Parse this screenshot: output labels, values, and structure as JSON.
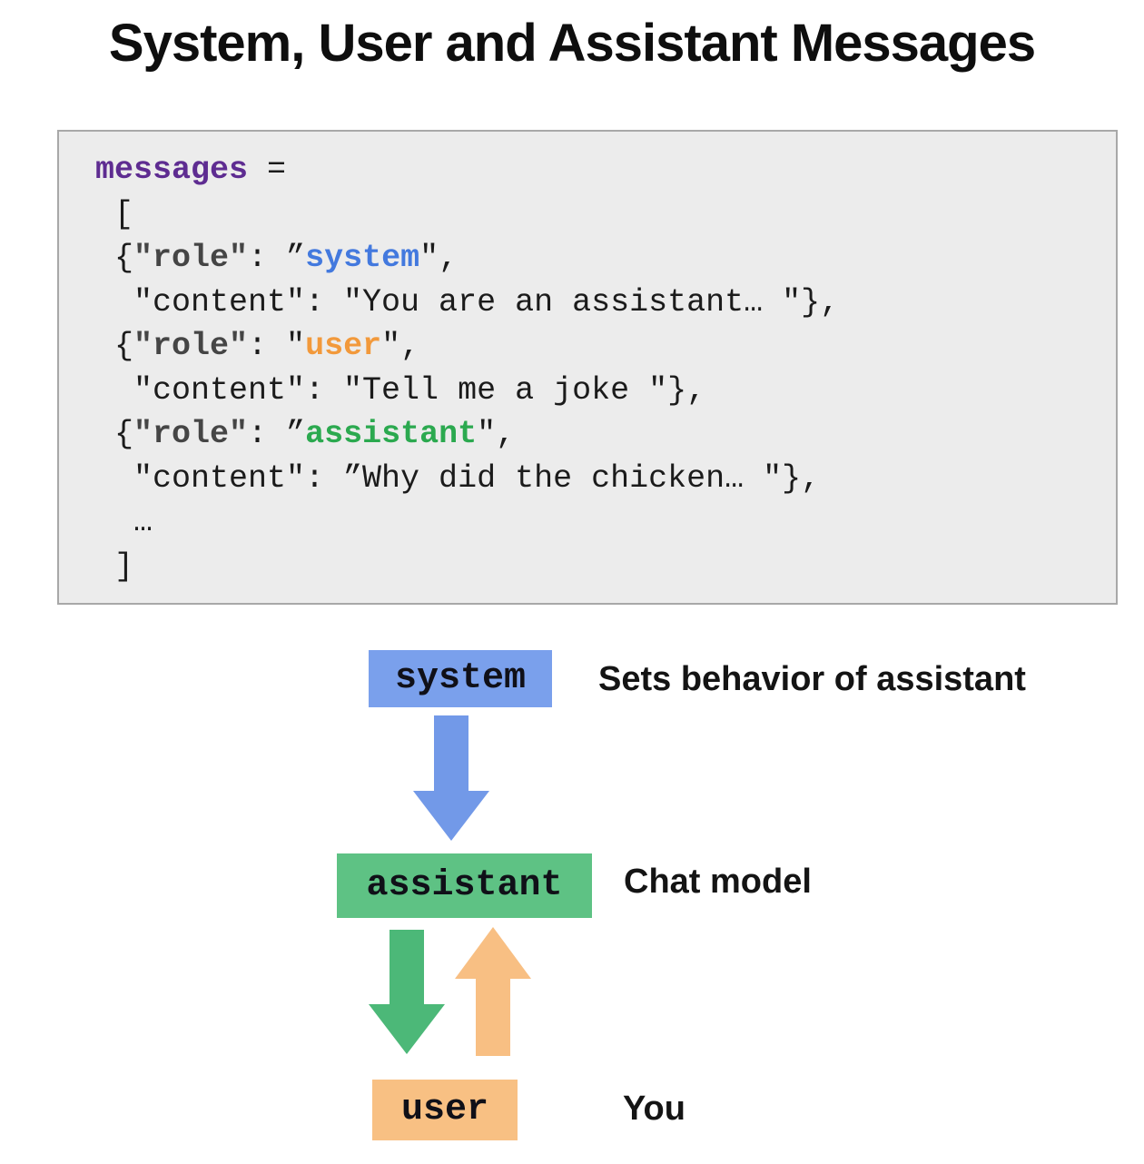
{
  "title": "System, User and Assistant Messages",
  "code": {
    "lines": [
      [
        {
          "text": "messages",
          "style": "var"
        },
        {
          "text": " =",
          "style": "plain"
        }
      ],
      [
        {
          "text": " [",
          "style": "plain"
        }
      ],
      [
        {
          "text": " {",
          "style": "plain"
        },
        {
          "text": "\"role\"",
          "style": "key"
        },
        {
          "text": ": ”",
          "style": "plain"
        },
        {
          "text": "system",
          "style": "system"
        },
        {
          "text": "\",",
          "style": "plain"
        }
      ],
      [
        {
          "text": "  \"content\": \"You are an assistant… \"},",
          "style": "plain"
        }
      ],
      [
        {
          "text": " {",
          "style": "plain"
        },
        {
          "text": "\"role\"",
          "style": "key"
        },
        {
          "text": ": \"",
          "style": "plain"
        },
        {
          "text": "user",
          "style": "user"
        },
        {
          "text": "\",",
          "style": "plain"
        }
      ],
      [
        {
          "text": "  \"content\": \"Tell me a joke \"},",
          "style": "plain"
        }
      ],
      [
        {
          "text": " {",
          "style": "plain"
        },
        {
          "text": "\"role\"",
          "style": "key"
        },
        {
          "text": ": ”",
          "style": "plain"
        },
        {
          "text": "assistant",
          "style": "assistant"
        },
        {
          "text": "\",",
          "style": "plain"
        }
      ],
      [
        {
          "text": "  \"content\": ”Why did the chicken… \"},",
          "style": "plain"
        }
      ],
      [
        {
          "text": "  …",
          "style": "plain"
        }
      ],
      [
        {
          "text": " ]",
          "style": "plain"
        }
      ]
    ]
  },
  "diagram": {
    "nodes": [
      {
        "id": "system",
        "label": "system",
        "description": "Sets behavior of assistant"
      },
      {
        "id": "assistant",
        "label": "assistant",
        "description": "Chat model"
      },
      {
        "id": "user",
        "label": "user",
        "description": "You"
      }
    ],
    "arrows": [
      {
        "name": "system-to-assistant",
        "direction": "down"
      },
      {
        "name": "assistant-to-user",
        "direction": "down"
      },
      {
        "name": "user-to-assistant",
        "direction": "up"
      }
    ]
  },
  "colors": {
    "code_variable": "#5E2C91",
    "code_key": "#454545",
    "code_plain": "#1B1B1B",
    "role_system": "#4379DE",
    "role_user": "#F2993B",
    "role_assistant": "#2BA94F",
    "box_system": "#7AA0EC",
    "box_assistant": "#5EC284",
    "box_user": "#F8C083",
    "arrow_system": "#7299E8",
    "arrow_assistant": "#4CB878",
    "arrow_user": "#F8BF83",
    "code_bg": "#ECECEC",
    "code_border": "#A8A8A8",
    "text": "#121212"
  }
}
